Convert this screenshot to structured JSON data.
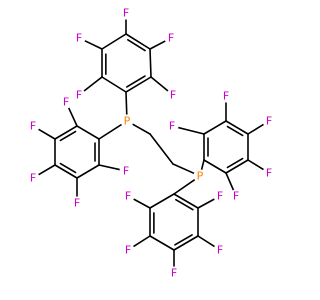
{
  "molecule": {
    "fluorine_symbol": "F",
    "phosphorus_symbol": "P",
    "colors": {
      "fluorine": "#cc00cc",
      "phosphorus": "#ff8000",
      "bond": "#000000",
      "background": "#ffffff"
    },
    "rings": [
      {
        "name": "pentafluorophenyl-ring-top",
        "substituent_count": 5
      },
      {
        "name": "pentafluorophenyl-ring-left",
        "substituent_count": 5
      },
      {
        "name": "pentafluorophenyl-ring-right",
        "substituent_count": 5
      },
      {
        "name": "pentafluorophenyl-ring-bottom",
        "substituent_count": 5
      }
    ]
  }
}
